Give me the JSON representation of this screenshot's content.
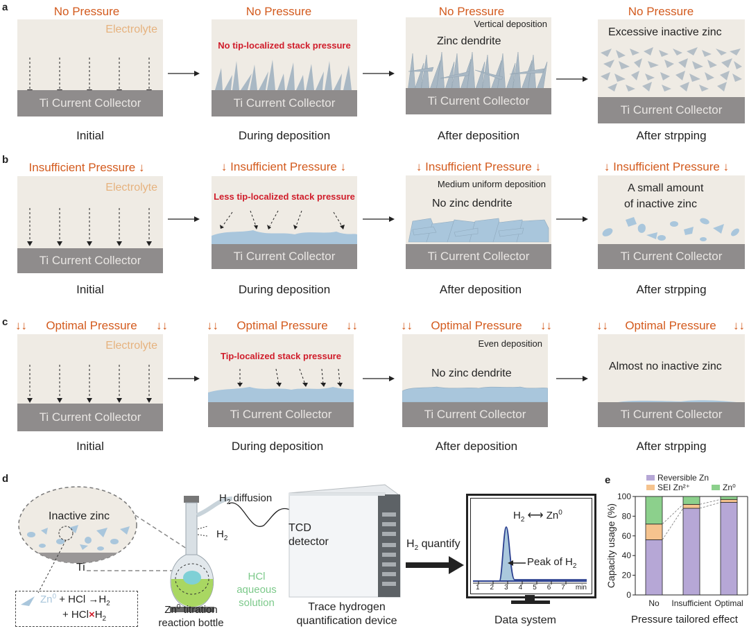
{
  "panels": {
    "a": "a",
    "b": "b",
    "c": "c",
    "d": "d",
    "e": "e"
  },
  "rows": [
    {
      "id": "a",
      "pressure": [
        "No Pressure",
        "No Pressure",
        "No Pressure",
        "No Pressure"
      ],
      "captions": [
        "Initial",
        "During deposition",
        "After deposition",
        "After strpping"
      ],
      "electrolyte": "Electrolyte",
      "collector": "Ti Current Collector",
      "red_note": "No tip-localized stack pressure",
      "small_note": "Vertical deposition",
      "big_note_3": "Zinc dendrite",
      "big_note_4": "Excessive inactive zinc"
    },
    {
      "id": "b",
      "pressure": [
        "Insufficient Pressure",
        "Insufficient Pressure",
        "Insufficient Pressure",
        "Insufficient Pressure"
      ],
      "captions": [
        "Initial",
        "During deposition",
        "After deposition",
        "After strpping"
      ],
      "electrolyte": "Electrolyte",
      "collector": "Ti Current Collector",
      "red_note": "Less tip-localized stack pressure",
      "small_note": "Medium uniform deposition",
      "big_note_3": "No zinc dendrite",
      "big_note_4a": "A small amount",
      "big_note_4b": "of  inactive zinc"
    },
    {
      "id": "c",
      "pressure": [
        "Optimal Pressure",
        "Optimal Pressure",
        "Optimal Pressure",
        "Optimal Pressure"
      ],
      "captions": [
        "Initial",
        "During deposition",
        "After deposition",
        "After strpping"
      ],
      "electrolyte": "Electrolyte",
      "collector": "Ti Current Collector",
      "red_note": "Tip-localized stack pressure",
      "small_note": "Even deposition",
      "big_note_3": "No zinc dendrite",
      "big_note_4": "Almost no inactive zinc"
    }
  ],
  "panel_d": {
    "inactive_zinc": "Inactive zinc",
    "ti": "Ti",
    "eq1_a": "Zn",
    "eq1_b": "0",
    "eq1_c": " + HCl →H",
    "eq1_d": "2",
    "eq2_a": "+ HCl",
    "eq2_b": "×",
    "eq2_c": "H",
    "eq2_d": "2",
    "h2_diffusion_a": "H",
    "h2_diffusion_b": "2",
    "h2_diffusion_c": " diffusion",
    "h2_label_a": "H",
    "h2_label_b": "2",
    "hcl_1": "HCl",
    "hcl_2": "aqueous",
    "hcl_3": "solution",
    "bottle_1a": "Zn",
    "bottle_1b": "0",
    "bottle_1c": " titration",
    "bottle_2": "reaction bottle",
    "tcd_1": "TCD",
    "tcd_2": "detector",
    "device_1": "Trace hydrogen",
    "device_2": "quantification device",
    "quantify_a": "H",
    "quantify_b": "2",
    "quantify_c": " quantify",
    "data_system": "Data system",
    "screen_h2a": "H",
    "screen_h2b": "2",
    "screen_zn": "Zn",
    "screen_zn_sup": "0",
    "peak_a": "Peak of H",
    "peak_b": "2",
    "axis_ticks": [
      "1",
      "2",
      "3",
      "4",
      "5",
      "6",
      "7"
    ],
    "axis_unit": "min"
  },
  "colors": {
    "pressure": "#d35a1d",
    "red_note": "#d01c2a",
    "cell_bg": "#efebe4",
    "collector": "#8f8c8c",
    "zinc": "#a9c3d6",
    "electrolyte": "#e6b27e",
    "hcl": "#7cc98a"
  },
  "chart_data": {
    "type": "bar",
    "stacked": true,
    "categories": [
      "No",
      "Insufficient",
      "Optimal"
    ],
    "series": [
      {
        "name": "Reversible Zn",
        "color": "#b6a7d6",
        "values": [
          56,
          88,
          94
        ]
      },
      {
        "name": "SEI Zn²⁺",
        "color": "#f5c38e",
        "values": [
          16,
          4,
          3
        ]
      },
      {
        "name": "Zn⁰",
        "color": "#8cd08c",
        "values": [
          28,
          8,
          3
        ]
      }
    ],
    "ylabel": "Capacity usage (%)",
    "xlabel": "Pressure tailored effect",
    "ylim": [
      0,
      100
    ],
    "yticks": [
      0,
      20,
      40,
      60,
      80,
      100
    ],
    "legend_position": "top"
  }
}
